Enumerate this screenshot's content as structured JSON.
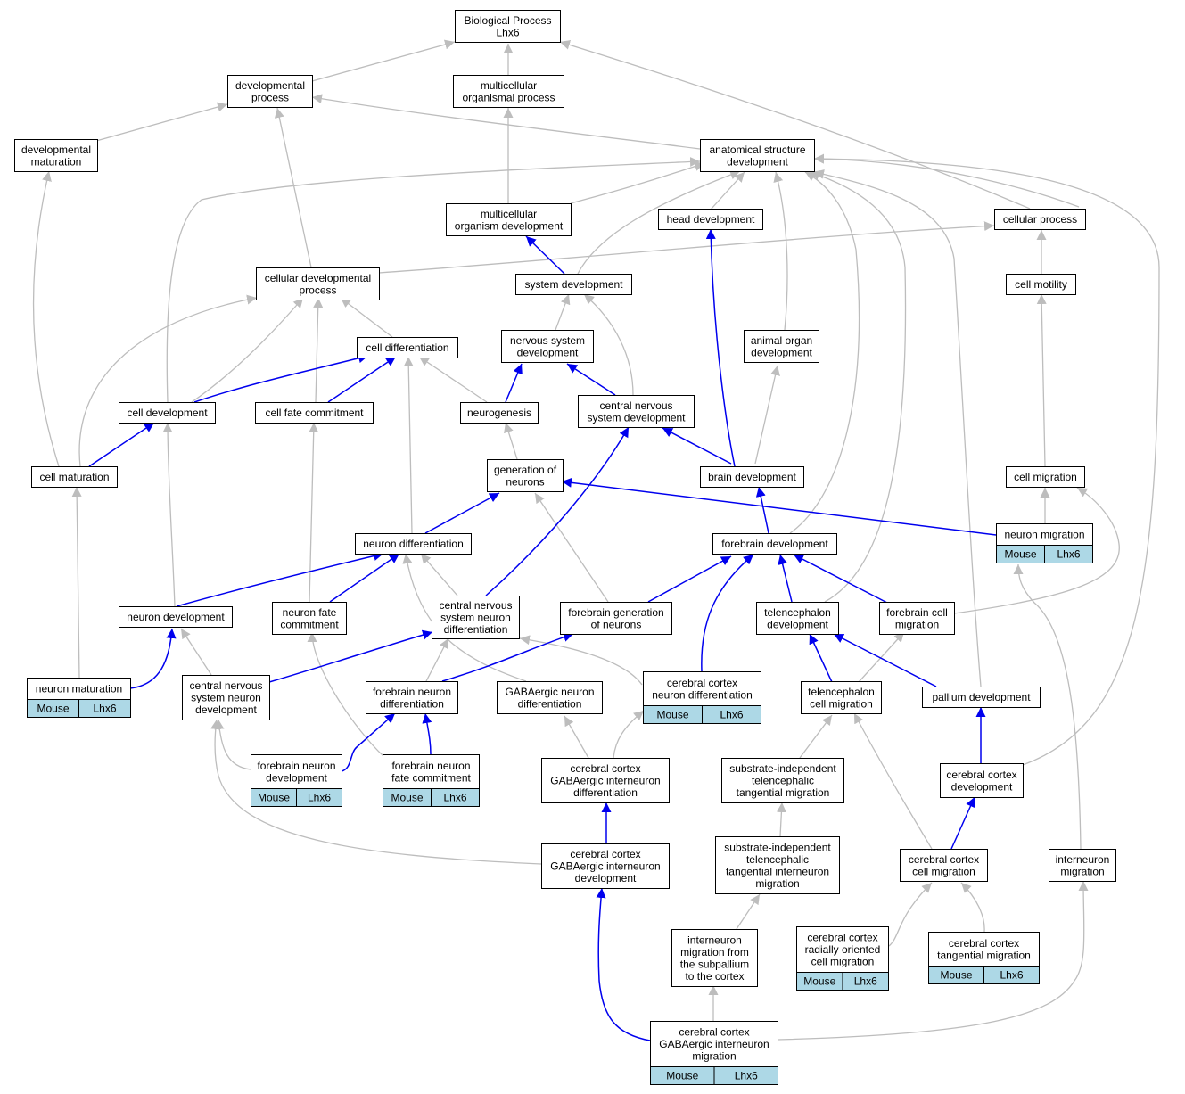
{
  "colors": {
    "gray_edge": "#bdbdbd",
    "blue_edge": "#0000ee",
    "annotation_fill": "#add8e6"
  },
  "nodes": [
    {
      "id": "bp",
      "lines": [
        "Biological Process",
        "Lhx6"
      ]
    },
    {
      "id": "devproc",
      "lines": [
        "developmental",
        "process"
      ]
    },
    {
      "id": "mcop",
      "lines": [
        "multicellular",
        "organismal process"
      ]
    },
    {
      "id": "devmat",
      "lines": [
        "developmental",
        "maturation"
      ]
    },
    {
      "id": "asd",
      "lines": [
        "anatomical structure",
        "development"
      ]
    },
    {
      "id": "mcod",
      "lines": [
        "multicellular",
        "organism development"
      ]
    },
    {
      "id": "headdev",
      "lines": [
        "head development"
      ]
    },
    {
      "id": "cellproc",
      "lines": [
        "cellular process"
      ]
    },
    {
      "id": "cdp",
      "lines": [
        "cellular developmental",
        "process"
      ]
    },
    {
      "id": "sysdev",
      "lines": [
        "system development"
      ]
    },
    {
      "id": "cellmot",
      "lines": [
        "cell motility"
      ]
    },
    {
      "id": "celldiff",
      "lines": [
        "cell differentiation"
      ]
    },
    {
      "id": "nsd",
      "lines": [
        "nervous system",
        "development"
      ]
    },
    {
      "id": "aod",
      "lines": [
        "animal organ",
        "development"
      ]
    },
    {
      "id": "celldev",
      "lines": [
        "cell development"
      ]
    },
    {
      "id": "cfc",
      "lines": [
        "cell fate commitment"
      ]
    },
    {
      "id": "neurogen",
      "lines": [
        "neurogenesis"
      ]
    },
    {
      "id": "cnsd",
      "lines": [
        "central nervous",
        "system development"
      ]
    },
    {
      "id": "cellmat",
      "lines": [
        "cell maturation"
      ]
    },
    {
      "id": "genneur",
      "lines": [
        "generation of",
        "neurons"
      ]
    },
    {
      "id": "braindev",
      "lines": [
        "brain development"
      ]
    },
    {
      "id": "cellmig",
      "lines": [
        "cell migration"
      ]
    },
    {
      "id": "neurdiff",
      "lines": [
        "neuron differentiation"
      ]
    },
    {
      "id": "fbdev",
      "lines": [
        "forebrain development"
      ]
    },
    {
      "id": "neurmig",
      "lines": [
        "neuron migration"
      ],
      "ann": [
        "Mouse",
        "Lhx6"
      ]
    },
    {
      "id": "neurdev",
      "lines": [
        "neuron development"
      ]
    },
    {
      "id": "nfc",
      "lines": [
        "neuron fate",
        "commitment"
      ]
    },
    {
      "id": "cnsnd",
      "lines": [
        "central nervous",
        "system neuron",
        "differentiation"
      ]
    },
    {
      "id": "fbgn",
      "lines": [
        "forebrain generation",
        "of neurons"
      ]
    },
    {
      "id": "teldev",
      "lines": [
        "telencephalon",
        "development"
      ]
    },
    {
      "id": "fbcm",
      "lines": [
        "forebrain cell",
        "migration"
      ]
    },
    {
      "id": "neurmat",
      "lines": [
        "neuron maturation"
      ],
      "ann": [
        "Mouse",
        "Lhx6"
      ]
    },
    {
      "id": "cnsndev",
      "lines": [
        "central nervous",
        "system neuron",
        "development"
      ]
    },
    {
      "id": "fbnd",
      "lines": [
        "forebrain neuron",
        "differentiation"
      ]
    },
    {
      "id": "gabad",
      "lines": [
        "GABAergic neuron",
        "differentiation"
      ]
    },
    {
      "id": "ccnd",
      "lines": [
        "cerebral cortex",
        "neuron differentiation"
      ],
      "ann": [
        "Mouse",
        "Lhx6"
      ]
    },
    {
      "id": "telcm",
      "lines": [
        "telencephalon",
        "cell migration"
      ]
    },
    {
      "id": "palldev",
      "lines": [
        "pallium development"
      ]
    },
    {
      "id": "fbndev",
      "lines": [
        "forebrain neuron",
        "development"
      ],
      "ann": [
        "Mouse",
        "Lhx6"
      ]
    },
    {
      "id": "fbnfc",
      "lines": [
        "forebrain neuron",
        "fate commitment"
      ],
      "ann": [
        "Mouse",
        "Lhx6"
      ]
    },
    {
      "id": "ccgid",
      "lines": [
        "cerebral cortex",
        "GABAergic interneuron",
        "differentiation"
      ]
    },
    {
      "id": "sitm",
      "lines": [
        "substrate-independent",
        "telencephalic",
        "tangential migration"
      ]
    },
    {
      "id": "ccdev",
      "lines": [
        "cerebral cortex",
        "development"
      ]
    },
    {
      "id": "ccgidev",
      "lines": [
        "cerebral cortex",
        "GABAergic interneuron",
        "development"
      ]
    },
    {
      "id": "sitim",
      "lines": [
        "substrate-independent",
        "telencephalic",
        "tangential interneuron",
        "migration"
      ]
    },
    {
      "id": "cccm",
      "lines": [
        "cerebral cortex",
        "cell migration"
      ]
    },
    {
      "id": "intmig",
      "lines": [
        "interneuron",
        "migration"
      ]
    },
    {
      "id": "imsc",
      "lines": [
        "interneuron",
        "migration from",
        "the subpallium",
        "to the cortex"
      ]
    },
    {
      "id": "ccrocm",
      "lines": [
        "cerebral cortex",
        "radially oriented",
        "cell migration"
      ],
      "ann": [
        "Mouse",
        "Lhx6"
      ]
    },
    {
      "id": "cctm",
      "lines": [
        "cerebral cortex",
        "tangential migration"
      ],
      "ann": [
        "Mouse",
        "Lhx6"
      ]
    },
    {
      "id": "ccgim",
      "lines": [
        "cerebral cortex",
        "GABAergic interneuron",
        "migration"
      ],
      "ann": [
        "Mouse",
        "Lhx6"
      ]
    }
  ]
}
